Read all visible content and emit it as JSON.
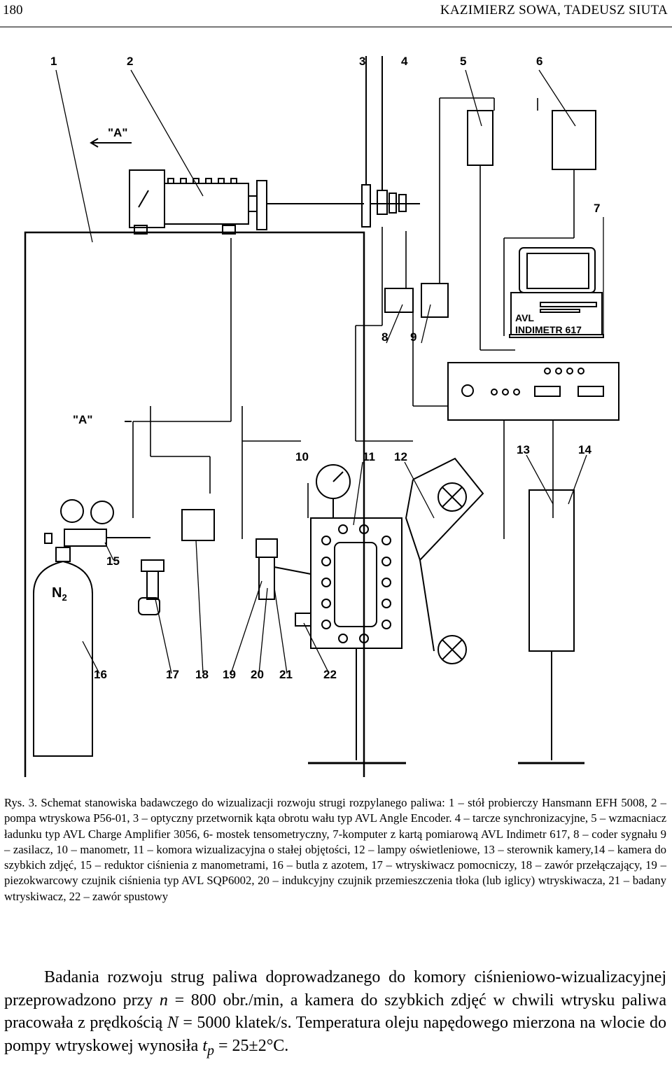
{
  "header": {
    "page_number": "180",
    "authors": "KAZIMIERZ SOWA, TADEUSZ SIUTA"
  },
  "figure": {
    "labels": [
      "1",
      "2",
      "3",
      "4",
      "5",
      "6",
      "7",
      "8",
      "9",
      "10",
      "11",
      "12",
      "13",
      "14",
      "15",
      "16",
      "17",
      "18",
      "19",
      "20",
      "21",
      "22"
    ],
    "marker_a": "\"A\"",
    "n2_label": "N",
    "n2_sub": "2",
    "avl_line1": "AVL",
    "avl_line2": "INDIMETR 617"
  },
  "caption": "Rys. 3. Schemat stanowiska badawczego do wizualizacji rozwoju strugi rozpylanego paliwa: 1 – stół probierczy Hansmann EFH 5008, 2 – pompa wtryskowa P56-01, 3 – optyczny przetwornik kąta obrotu wału typ AVL Angle Encoder. 4 – tarcze synchronizacyjne, 5 – wzmacniacz ładunku typ AVL Charge Amplifier 3056, 6- mostek tensometryczny, 7-komputer z kartą pomiarową AVL Indimetr 617, 8 – coder sygnału 9 – zasilacz, 10 – manometr, 11 – komora wizualizacyjna o stałej objętości, 12 – lampy oświetleniowe, 13 – sterownik kamery,14 – kamera do szybkich zdjęć, 15 – reduktor ciśnienia z manometrami, 16 – butla z azotem, 17 – wtryskiwacz pomocniczy, 18 – zawór przełączający, 19 – piezokwarcowy czujnik ciśnienia typ AVL SQP6002, 20 – indukcyjny czujnik przemieszczenia tłoka (lub iglicy) wtryskiwacza, 21 – badany wtryskiwacz, 22 – zawór spustowy",
  "body": {
    "t1": "Badania rozwoju strug paliwa doprowadzanego do komory ciśnieniowo-wizualizacyjnej przeprowadzono przy ",
    "n_var": "n",
    "t2": " = 800 obr./min, a kamera do szybkich zdjęć w chwili wtrysku paliwa pracowała z prędkością ",
    "N_var": "N",
    "t3": " = 5000 klatek/s. Temperatura oleju napędowego mierzona na wlocie do pompy wtryskowej wynosiła ",
    "tp_var": "t",
    "tp_sub": "p",
    "t4": " = 25±2°C."
  }
}
